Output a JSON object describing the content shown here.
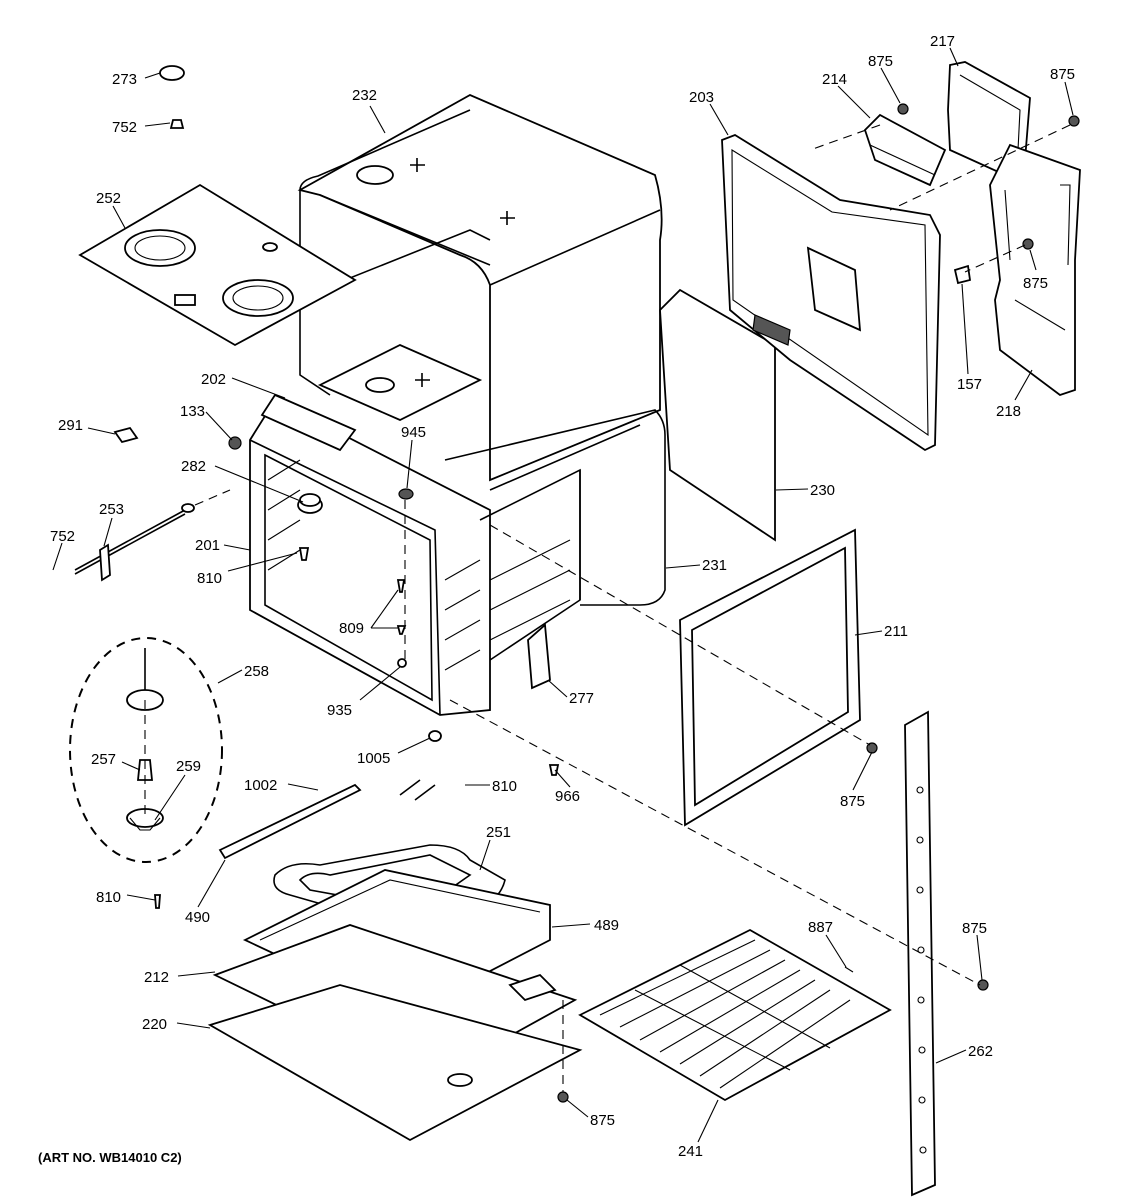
{
  "diagram": {
    "art_number": "(ART NO. WB14010 C2)",
    "callouts": {
      "c273": "273",
      "c752a": "752",
      "c252": "252",
      "c232": "232",
      "c203": "203",
      "c214": "214",
      "c875a": "875",
      "c217": "217",
      "c875b": "875",
      "c875c": "875",
      "c157": "157",
      "c218": "218",
      "c202": "202",
      "c133": "133",
      "c291": "291",
      "c945": "945",
      "c282": "282",
      "c230": "230",
      "c253": "253",
      "c752b": "752",
      "c201": "201",
      "c810a": "810",
      "c231": "231",
      "c809": "809",
      "c211": "211",
      "c258": "258",
      "c935": "935",
      "c277": "277",
      "c1005": "1005",
      "c257": "257",
      "c259": "259",
      "c1002": "1002",
      "c810b": "810",
      "c966": "966",
      "c875d": "875",
      "c251": "251",
      "c810c": "810",
      "c490": "490",
      "c489": "489",
      "c887": "887",
      "c875e": "875",
      "c212": "212",
      "c220": "220",
      "c262": "262",
      "c875f": "875",
      "c241": "241"
    }
  }
}
